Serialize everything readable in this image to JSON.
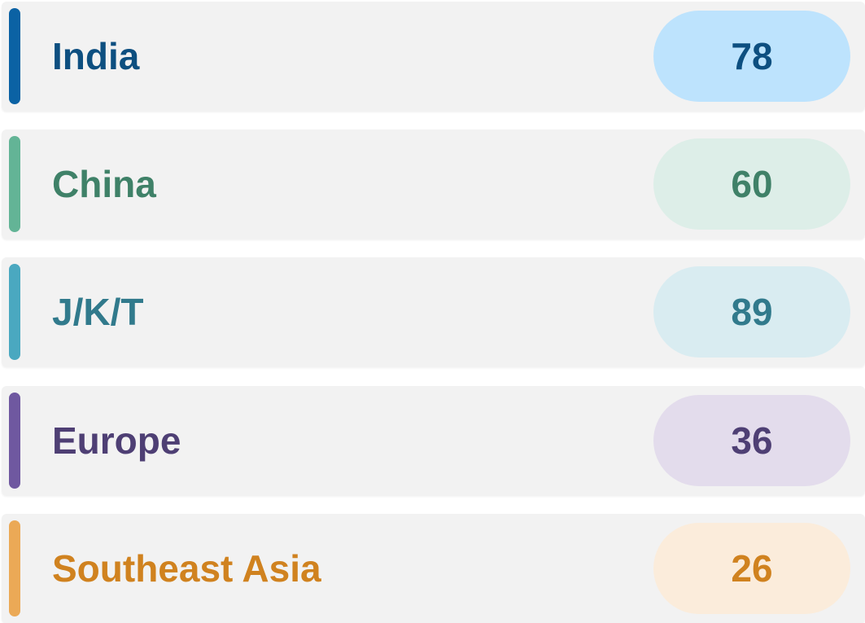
{
  "rows": [
    {
      "label": "India",
      "value": "78",
      "accent_color": "#0b62a4",
      "text_color": "#0d4f80",
      "pill_color": "#bde3fd"
    },
    {
      "label": "China",
      "value": "60",
      "accent_color": "#63b496",
      "text_color": "#3f8168",
      "pill_color": "#ddeee8"
    },
    {
      "label": "J/K/T",
      "value": "89",
      "accent_color": "#4aa8c0",
      "text_color": "#317a8c",
      "pill_color": "#d9ecf1"
    },
    {
      "label": "Europe",
      "value": "36",
      "accent_color": "#6f58a0",
      "text_color": "#4e3f74",
      "pill_color": "#e3dcec"
    },
    {
      "label": "Southeast Asia",
      "value": "26",
      "accent_color": "#eba956",
      "text_color": "#d0821f",
      "pill_color": "#fbecdb"
    }
  ]
}
